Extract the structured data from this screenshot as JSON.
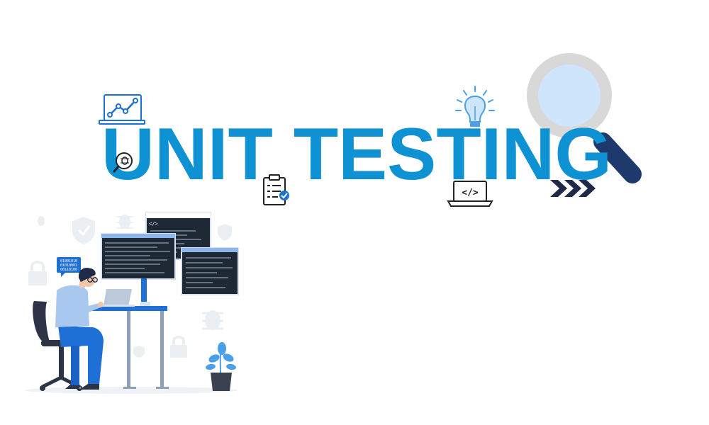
{
  "banner": {
    "title": "UNIT TESTING"
  },
  "illustration": {
    "code_window_label": "</>",
    "binary_lines": [
      "01001010",
      "01010001",
      "00110100"
    ]
  },
  "laptop_icon": {
    "glyph": "</>"
  },
  "icons": [
    "chart-monitor-icon",
    "bug-search-icon",
    "checklist-clipboard-icon",
    "lightbulb-icon",
    "code-laptop-icon",
    "forward-chevrons-icon",
    "magnifying-glass-icon"
  ],
  "colors": {
    "title_blue": "#0f92d3",
    "dark_navy": "#1e2a47",
    "accent_light_blue": "#4a9fe8",
    "shirt_blue": "#a8c8f0",
    "pants_blue": "#1e6fd6",
    "screen_dark": "#1f2835",
    "lens_light": "#cfe5fb",
    "glass_rim": "#d6d6d6",
    "glass_handle": "#1e3a6d"
  }
}
